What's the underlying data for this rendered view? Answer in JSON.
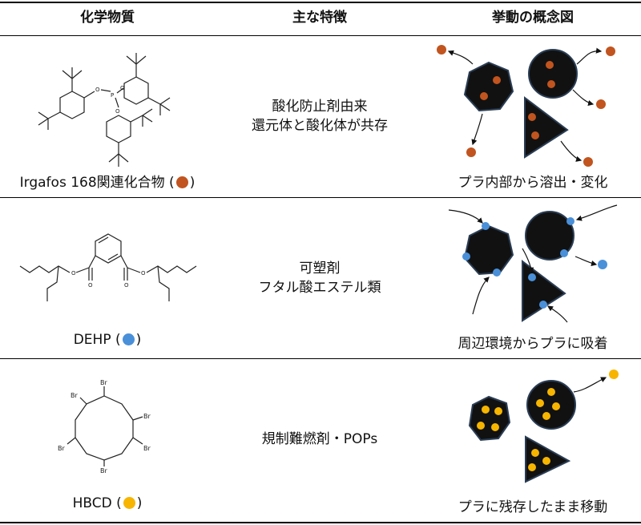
{
  "headers": [
    "化学物質",
    "主な特徴",
    "挙動の概念図"
  ],
  "colors": {
    "orange": "#c1541f",
    "blue": "#4a90d9",
    "yellow": "#f7b500",
    "shape": "#111111",
    "shape_edge": "#2a3d55"
  },
  "rows": [
    {
      "compound": "Irgafos 168関連化合物",
      "feature_lines": [
        "酸化防止剤由来",
        "還元体と酸化体が共存"
      ],
      "behavior": "プラ内部から溶出・変化",
      "dot_color": "#c1541f"
    },
    {
      "compound": "DEHP",
      "feature_lines": [
        "可塑剤",
        "フタル酸エステル類"
      ],
      "behavior": "周辺環境からプラに吸着",
      "dot_color": "#4a90d9"
    },
    {
      "compound": "HBCD",
      "feature_lines": [
        "規制難燃剤・POPs"
      ],
      "behavior": "プラに残存したまま移動",
      "dot_color": "#f7b500"
    }
  ],
  "structure_labels": {
    "phosphorus": "P",
    "oxygen": "O",
    "bromine": "Br"
  }
}
